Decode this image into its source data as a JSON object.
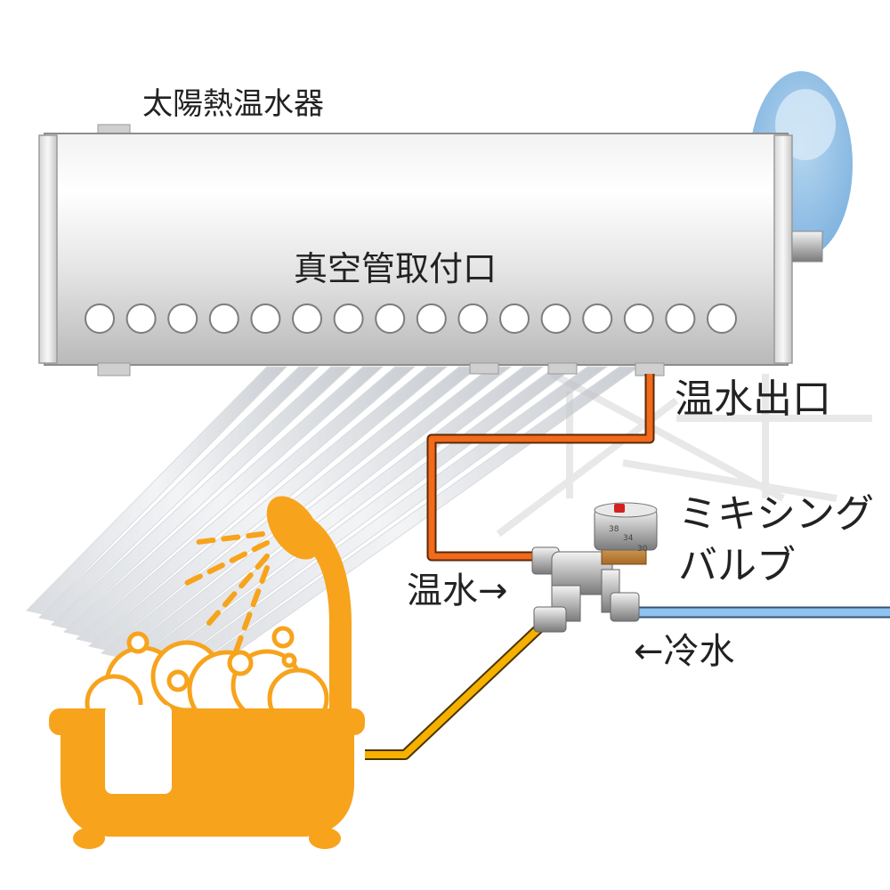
{
  "labels": {
    "heater": "太陽熱温水器",
    "tube_ports": "真空管取付口",
    "hot_outlet": "温水出口",
    "mixing_valve_line1": "ミキシング",
    "mixing_valve_line2": "バルブ",
    "hot_water_in": "温水→",
    "cold_water_in": "←冷水"
  },
  "valve_dial": [
    "38",
    "34",
    "30"
  ],
  "colors": {
    "hot_pipe": "#f26a1b",
    "warm_pipe": "#f5b000",
    "cold_pipe": "#8fc3f0",
    "bath_orange": "#f7a31c"
  },
  "icons": [
    "bathtub-icon",
    "shower-head-icon",
    "bubbles-icon",
    "mixing-valve-icon",
    "tank-icon",
    "vacuum-tubes-icon"
  ]
}
